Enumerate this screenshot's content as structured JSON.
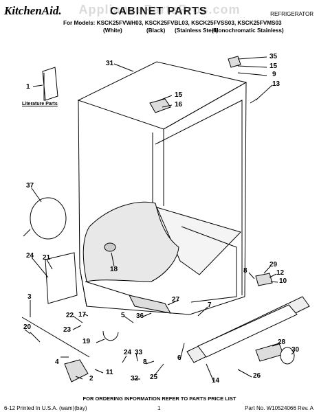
{
  "header": {
    "brand": "KitchenAid.",
    "title": "CABINET PARTS",
    "category": "REFRIGERATOR",
    "models_line": "For Models: KSCK25FVWH03, KSCK25FVBL03, KSCK25FVSS03, KSCK25FVMS03",
    "variants": [
      "(White)",
      "(Black)",
      "(Stainless Steel)",
      "(Monochromatic Stainless)"
    ]
  },
  "watermark": "AppliancePartsPros.com",
  "literature_label": "Literature Parts",
  "callouts": [
    "1",
    "31",
    "35",
    "15",
    "9",
    "13",
    "15",
    "16",
    "37",
    "24",
    "21",
    "18",
    "3",
    "20",
    "4",
    "2",
    "11",
    "22",
    "23",
    "17",
    "5",
    "36",
    "19",
    "27",
    "8",
    "29",
    "12",
    "10",
    "7",
    "25",
    "24",
    "33",
    "32",
    "8",
    "26",
    "6",
    "14",
    "28",
    "30"
  ],
  "footer": {
    "order_info": "FOR ORDERING INFORMATION REFER TO PARTS PRICE LIST",
    "printed": "6-12 Printed In U.S.A. (wam)(bay)",
    "page": "1",
    "part_no": "Part No. W10524066 Rev. A"
  }
}
